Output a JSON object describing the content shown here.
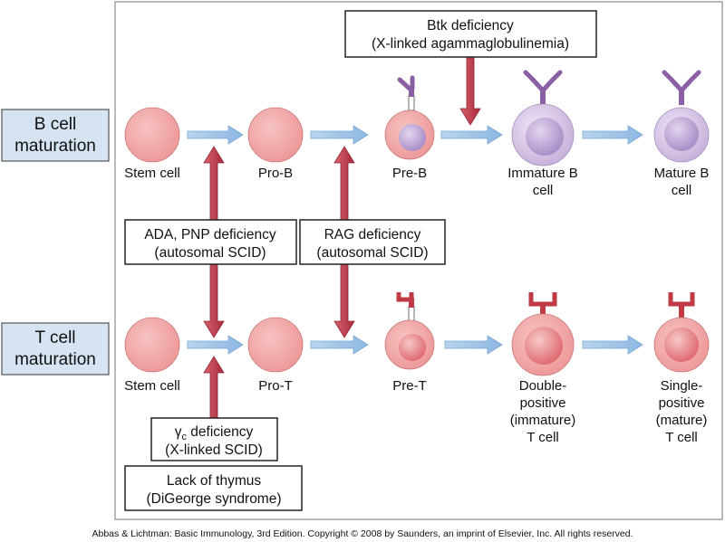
{
  "b_row": {
    "label_line1": "B cell",
    "label_line2": "maturation",
    "stages": [
      {
        "line1": "Stem cell",
        "line2": ""
      },
      {
        "line1": "Pro-B",
        "line2": ""
      },
      {
        "line1": "Pre-B",
        "line2": ""
      },
      {
        "line1": "Immature B",
        "line2": "cell"
      },
      {
        "line1": "Mature B",
        "line2": "cell"
      }
    ]
  },
  "t_row": {
    "label_line1": "T cell",
    "label_line2": "maturation",
    "stages": [
      {
        "line1": "Stem cell",
        "line2": "",
        "line3": "",
        "line4": ""
      },
      {
        "line1": "Pro-T",
        "line2": "",
        "line3": "",
        "line4": ""
      },
      {
        "line1": "Pre-T",
        "line2": "",
        "line3": "",
        "line4": ""
      },
      {
        "line1": "Double-",
        "line2": "positive",
        "line3": "(immature)",
        "line4": "T cell"
      },
      {
        "line1": "Single-",
        "line2": "positive",
        "line3": "(mature)",
        "line4": "T cell"
      }
    ]
  },
  "defects": {
    "btk": {
      "line1": "Btk deficiency",
      "line2": "(X-linked agammaglobulinemia)"
    },
    "ada": {
      "line1": "ADA, PNP deficiency",
      "line2": "(autosomal SCID)"
    },
    "rag": {
      "line1": "RAG deficiency",
      "line2": "(autosomal SCID)"
    },
    "gamma_c": {
      "symbol": "γ",
      "subscript": "c",
      "rest": " deficiency",
      "line2": "(X-linked SCID)"
    },
    "thymus": {
      "line1": "Lack of thymus",
      "line2": "(DiGeorge syndrome)"
    }
  },
  "caption": "Abbas & Lichtman: Basic Immunology, 3rd Edition. Copyright © 2008 by Saunders, an imprint of Elsevier, Inc. All rights reserved.",
  "colors": {
    "cell_pink": "#ef9a9a",
    "cell_pink_dark": "#e06f73",
    "b_lavender": "#c8b3dc",
    "b_nucleus": "#b99ed4",
    "receptor_purple": "#8a5fa3",
    "receptor_red": "#c03a45",
    "flow_arrow": "#9ec3e6",
    "defect_arrow": "#c23b4a",
    "label_box": "#d6e3f3"
  }
}
